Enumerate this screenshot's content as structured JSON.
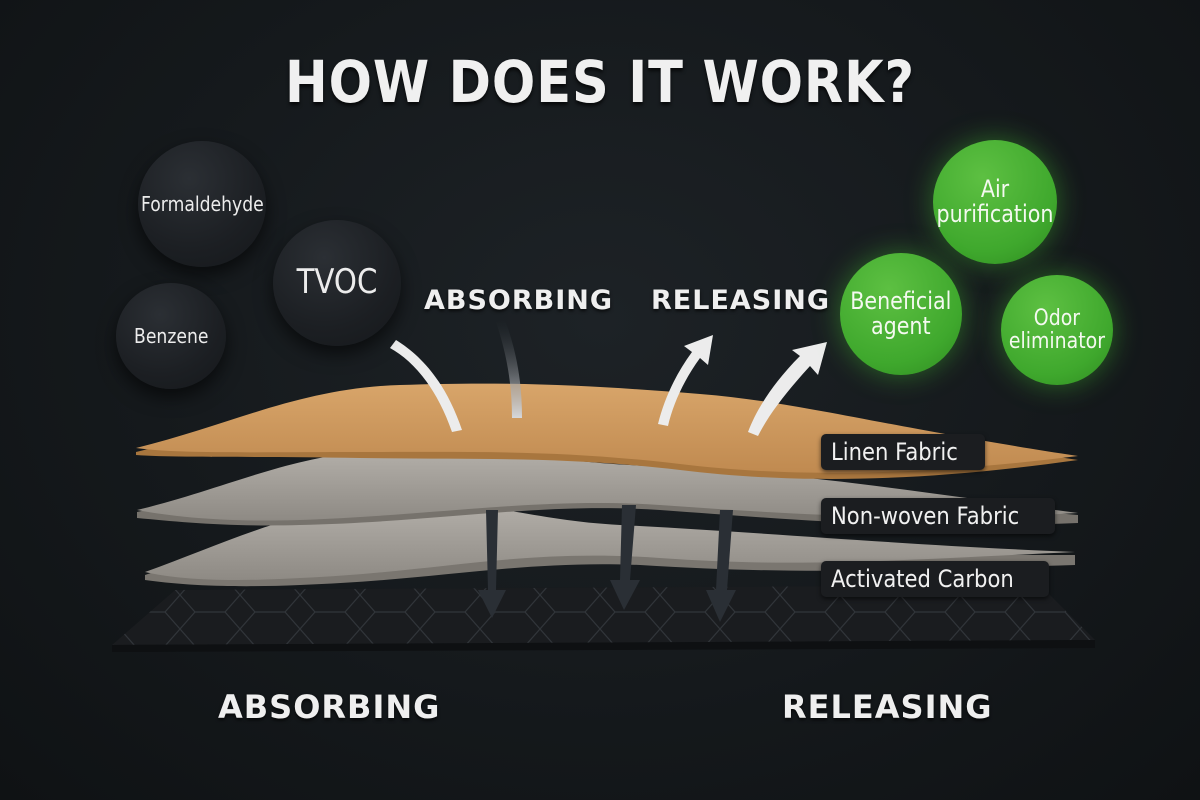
{
  "title": "HOW DOES IT WORK?",
  "pollutants": [
    {
      "label": "Formaldehyde"
    },
    {
      "label": "TVOC"
    },
    {
      "label": "Benzene"
    }
  ],
  "benefits": [
    {
      "label_line1": "Air",
      "label_line2": "purification"
    },
    {
      "label_line1": "Beneficial",
      "label_line2": "agent"
    },
    {
      "label_line1": "Odor",
      "label_line2": "eliminator"
    }
  ],
  "process_labels": {
    "upper_absorbing": "ABSORBING",
    "upper_releasing": "RELEASING",
    "bottom_absorbing": "ABSORBING",
    "bottom_releasing": "RELEASING"
  },
  "layers": [
    {
      "label": "Linen Fabric",
      "color": "#cf9a5e"
    },
    {
      "label": "Non-woven Fabric",
      "color": "#a9a59f"
    },
    {
      "label": "Activated Carbon",
      "color": "#a09c96"
    }
  ],
  "colors": {
    "background": "#15191c",
    "pollutant_bubble": "#1e2125",
    "benefit_bubble": "#45ad30",
    "carbon_base": "#1c1e21",
    "arrow_light": "#ececec",
    "arrow_dark": "#2a2f35"
  }
}
